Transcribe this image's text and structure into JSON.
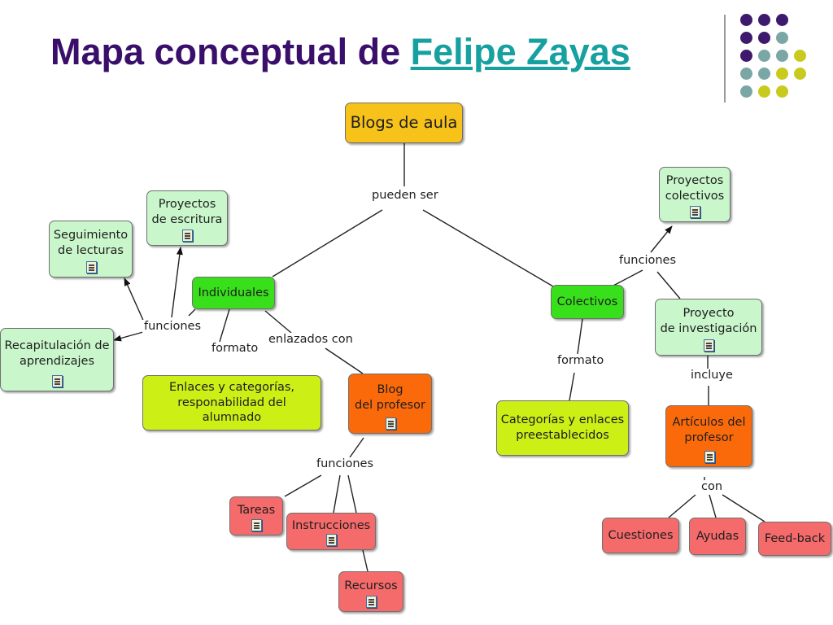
{
  "slide": {
    "title_prefix": "Mapa conceptual de ",
    "title_link": "Felipe Zayas",
    "title_color": "#3a0f6b",
    "link_color": "#17a0a0",
    "dot_colors": {
      "purple": "#3d1a6e",
      "teal": "#7aa6a6",
      "olive": "#c8cb1e"
    }
  },
  "node_colors": {
    "yellow": "#f7c21a",
    "light_green": "#c9f7cb",
    "bright_green": "#38e01b",
    "lime": "#ccf016",
    "orange": "#fb6a0a",
    "pink": "#f56b6b"
  },
  "map": {
    "nodes": {
      "blogs_de_aula": "Blogs de aula",
      "proyectos_escritura": "Proyectos\nde escritura",
      "seguimiento_lecturas": "Seguimiento\nde  lecturas",
      "recapitulacion": "Recapitulación de\naprendizajes",
      "individuales": "Individuales",
      "enlaces_categorias": "Enlaces y categorías,\nresponabilidad del alumnado",
      "blog_profesor": "Blog\ndel profesor",
      "tareas": "Tareas",
      "instrucciones": "Instrucciones",
      "recursos": "Recursos",
      "colectivos": "Colectivos",
      "categorias_enlaces": "Categorías y enlaces\npreestablecidos",
      "proyectos_colectivos": "Proyectos\ncolectivos",
      "proyecto_investigacion": "Proyecto\nde investigación",
      "articulos_profesor": "Artículos del\nprofesor",
      "cuestiones": "Cuestiones",
      "ayudas": "Ayudas",
      "feed_back": "Feed-back"
    },
    "links": {
      "pueden_ser": "pueden ser",
      "funciones_individuales": "funciones",
      "formato_individuales": "formato",
      "enlazados_con": "enlazados con",
      "funciones_blog": "funciones",
      "formato_colectivos": "formato",
      "funciones_colectivos": "funciones",
      "incluye": "incluye",
      "con": "con"
    }
  }
}
